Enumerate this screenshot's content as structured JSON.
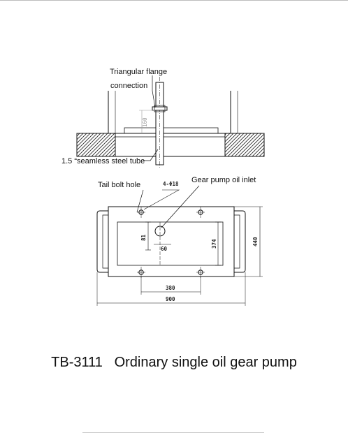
{
  "labels": {
    "triangular_flange": "Triangular flange",
    "connection": "connection",
    "steel_tube": "1.5 “seamless steel tube",
    "tail_bolt_hole": "Tail bolt hole",
    "bolt_spec": "4-Φ18",
    "gear_pump_inlet": "Gear pump oil inlet"
  },
  "dimensions": {
    "flange_height": "160",
    "inner_height_81": "81",
    "offset_60": "60",
    "inner_374": "374",
    "outer_440": "440",
    "bolt_span_380": "380",
    "overall_900": "900"
  },
  "caption": {
    "model": "TB-3111",
    "title": "Ordinary single oil gear pump"
  }
}
